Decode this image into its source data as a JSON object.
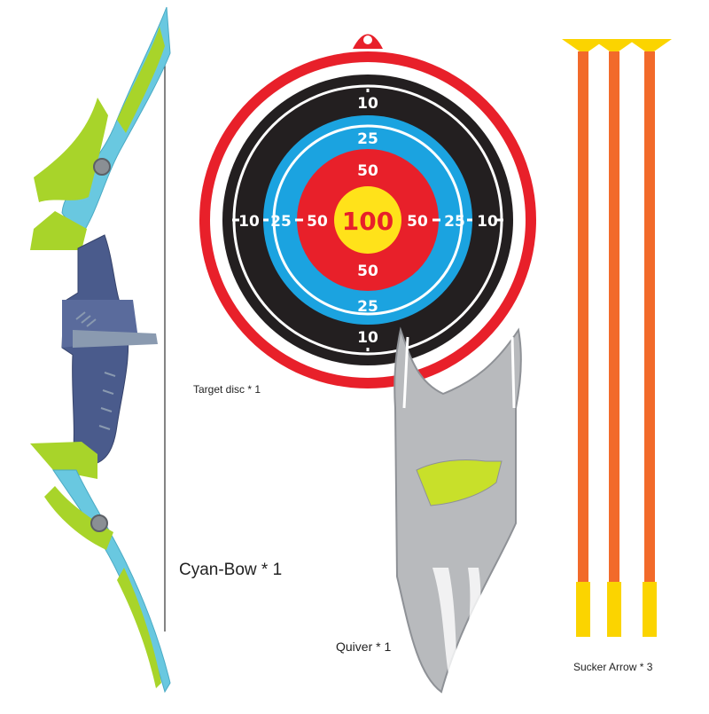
{
  "target": {
    "label": "Target disc * 1",
    "scores": {
      "outer": "10",
      "middle": "25",
      "inner": "50",
      "center": "100"
    },
    "colors": {
      "rim": "#e8202a",
      "outer_ring": "#231f20",
      "middle_ring": "#1ba3e0",
      "inner_ring": "#e8202a",
      "bullseye": "#ffe21a"
    }
  },
  "bow": {
    "label": "Cyan-Bow * 1",
    "colors": {
      "limb": "#69c8e0",
      "accent": "#a8d42a",
      "grip": "#4a5b8c"
    }
  },
  "quiver": {
    "label": "Quiver * 1",
    "colors": {
      "body": "#b8babd",
      "accent": "#c8e02a"
    }
  },
  "arrows": {
    "label": "Sucker Arrow * 3",
    "count": 3,
    "colors": {
      "shaft": "#f26a2a",
      "tip": "#fbd400"
    }
  }
}
